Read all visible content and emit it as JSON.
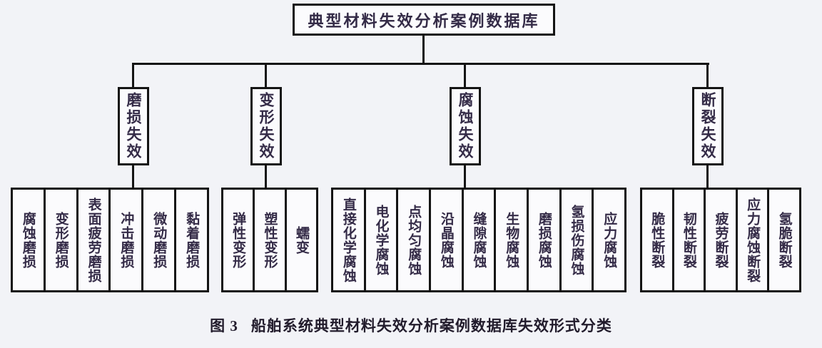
{
  "figure": {
    "caption_label": "图 3",
    "caption_text": "船舶系统典型材料失效分析案例数据库失效形式分类"
  },
  "tree": {
    "root": "典型材料失效分析案例数据库",
    "groups": [
      {
        "label": "磨损失效",
        "items": [
          "腐蚀磨损",
          "变形磨损",
          "表面疲劳磨损",
          "冲击磨损",
          "微动磨损",
          "黏着磨损"
        ]
      },
      {
        "label": "变形失效",
        "items": [
          "弹性变形",
          "塑性变形",
          "蠕变"
        ]
      },
      {
        "label": "腐蚀失效",
        "items": [
          "直接化学腐蚀",
          "电化学腐蚀",
          "点均匀腐蚀",
          "沿晶腐蚀",
          "缝隙腐蚀",
          "生物腐蚀",
          "磨损腐蚀",
          "氢损伤腐蚀",
          "应力腐蚀"
        ]
      },
      {
        "label": "断裂失效",
        "items": [
          "脆性断裂",
          "韧性断裂",
          "疲劳断裂",
          "应力腐蚀断裂",
          "氢脆断裂"
        ]
      }
    ]
  },
  "colors": {
    "background": "#f2f3f7",
    "box_fill": "#fbfbfd",
    "border": "#141414",
    "text": "#342b47"
  }
}
